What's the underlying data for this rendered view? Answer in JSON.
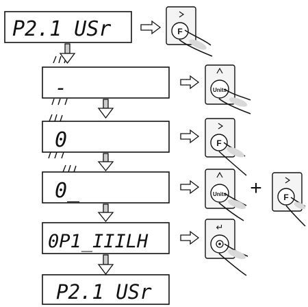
{
  "displays": [
    {
      "text": "P2.1  USr"
    },
    {
      "text": "-"
    },
    {
      "text": "0"
    },
    {
      "text": "0_"
    },
    {
      "text": "0P1_IIILH"
    },
    {
      "text": "P2.1  USr"
    }
  ],
  "buttons": {
    "f": "F",
    "units": "Units",
    "enter_symbol": "↵"
  },
  "plus_sign": "+",
  "icons": {
    "flow_arrow": "down-arrow-icon",
    "action_arrow": "right-arrow-icon",
    "blink": "blink-marks-icon"
  },
  "colors": {
    "ink": "#111111",
    "button_face": "#f4f4f4",
    "hand_shade": "#d9d9d9"
  }
}
